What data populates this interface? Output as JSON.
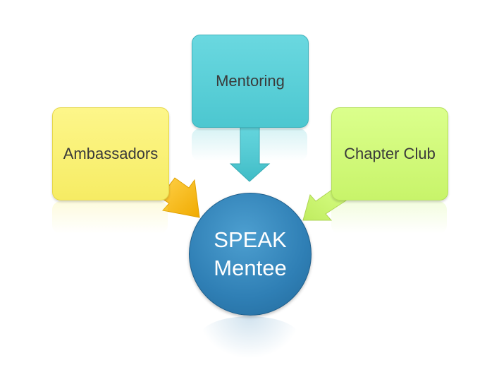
{
  "nodes": {
    "ambassadors": "Ambassadors",
    "mentoring": "Mentoring",
    "chapter_club": "Chapter Club",
    "center_line1": "SPEAK",
    "center_line2": "Mentee"
  },
  "colors": {
    "ambassadors": "#f6ec64",
    "mentoring": "#4cc7d0",
    "chapter_club": "#c8f46a",
    "center": "#2f7fb5",
    "arrow_ambassadors": "#f5b800",
    "arrow_mentoring": "#4cc7d0",
    "arrow_chapter_club": "#c8f46a"
  }
}
